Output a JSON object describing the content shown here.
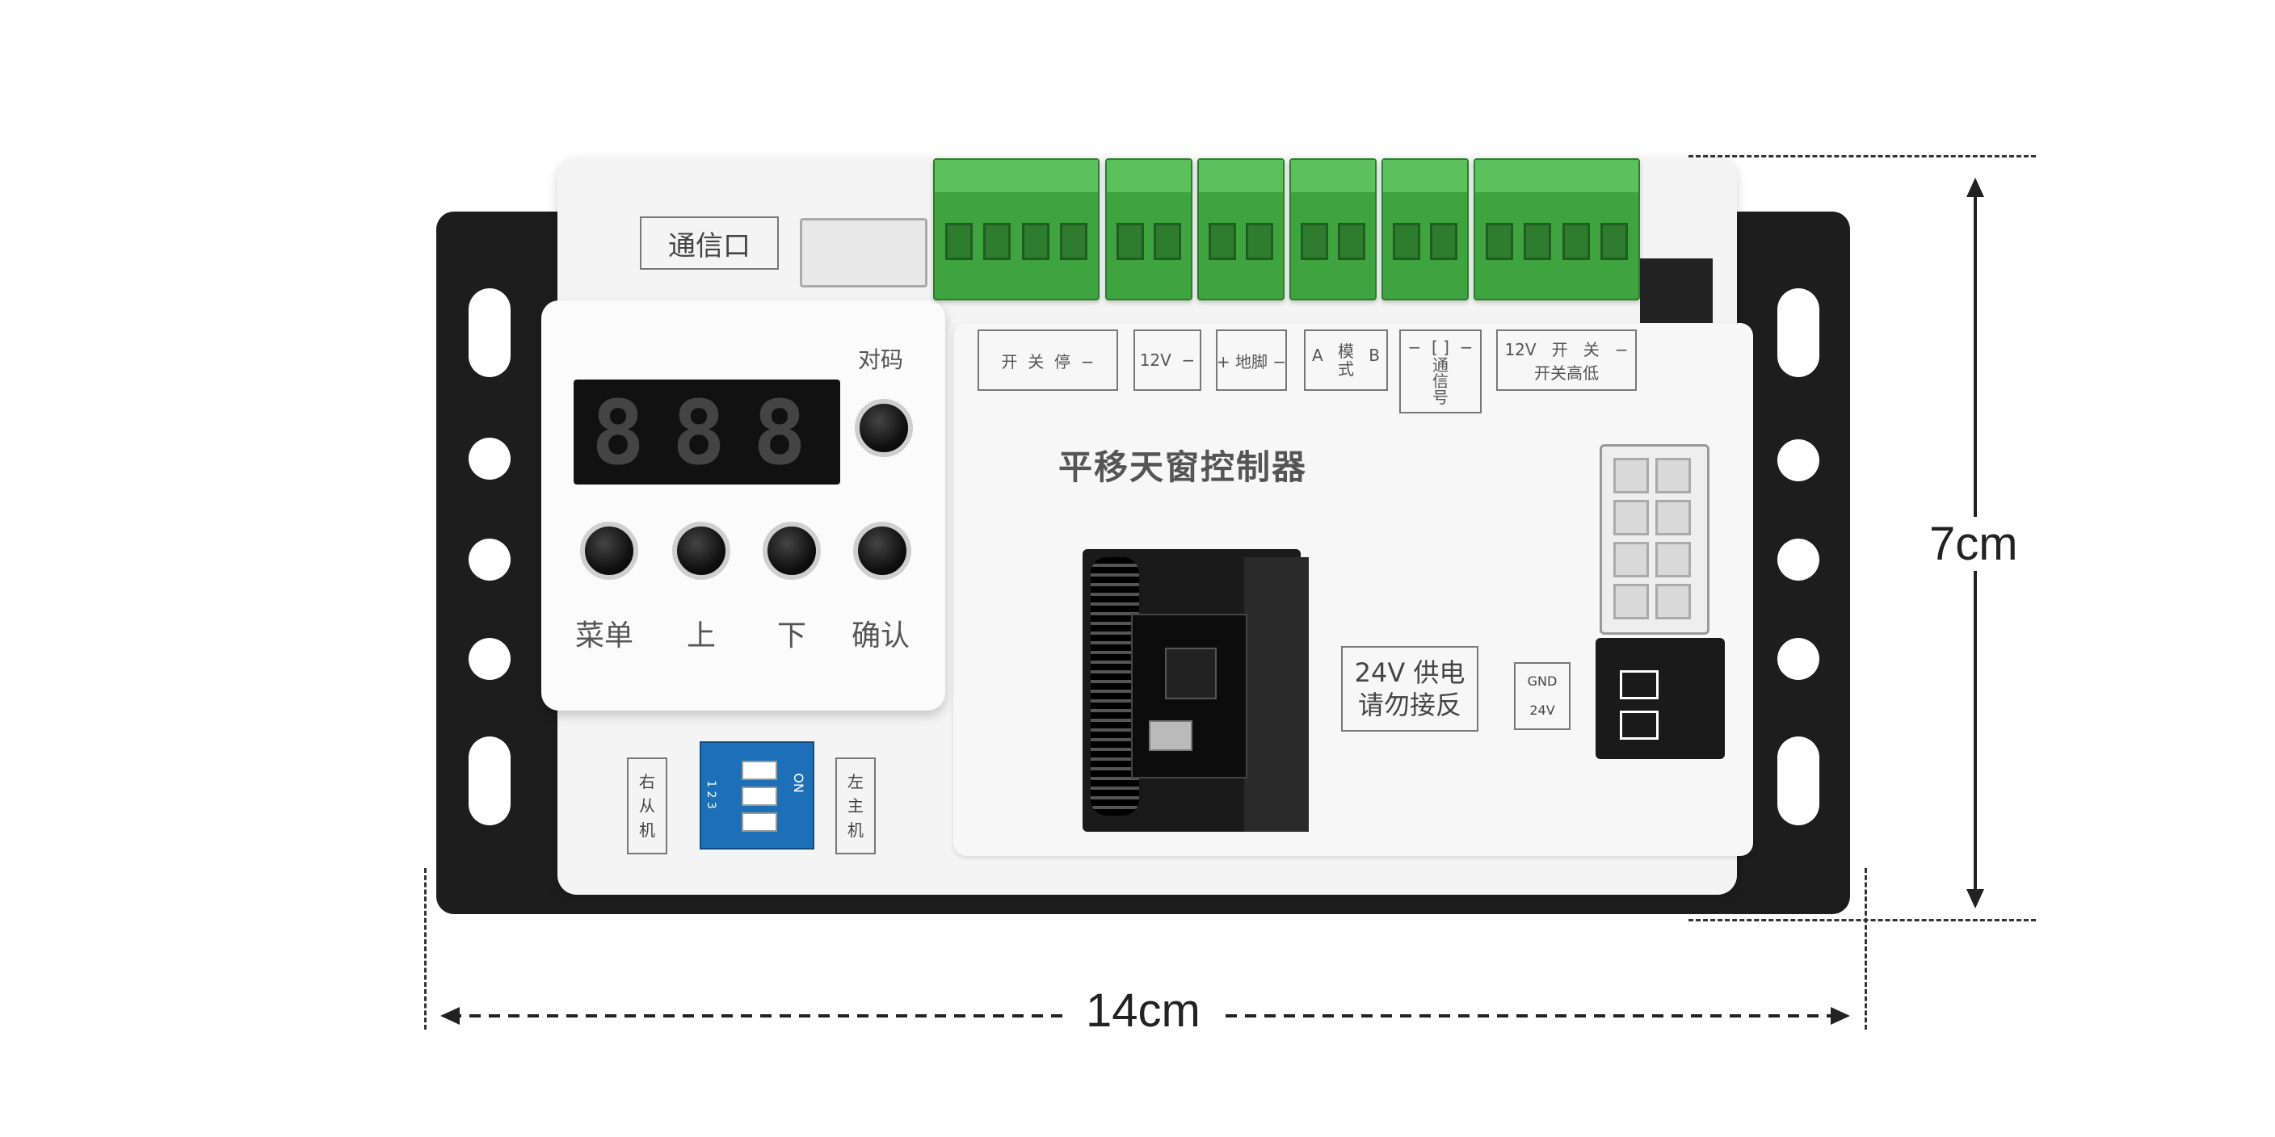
{
  "housing_labels": {
    "comm_port": "通信口",
    "pair_code": "对码",
    "title": "平移天窗控制器",
    "menu": "菜单",
    "up": "上",
    "down": "下",
    "confirm": "确认",
    "power_warning_1": "24V 供电",
    "power_warning_2": "请勿接反",
    "gnd": "GND",
    "v24": "24V",
    "slave_1": "右",
    "slave_2": "从",
    "slave_3": "机",
    "master_1": "左",
    "master_2": "主",
    "master_3": "机",
    "dip_on": "ON",
    "dip_nums": "1 2 3"
  },
  "terminal_labels": {
    "t1": "开  关  停  −",
    "t2": "12V  −",
    "t3": "+ 地脚 −",
    "t4_a": "A",
    "t4_mid": "模\n式",
    "t4_b": "B",
    "t5": "−  [ ]  −",
    "t5_b": "通\n信\n号",
    "t6": "12V   开   关   −",
    "t6_b": "开关高低"
  },
  "display": {
    "digits": [
      "8",
      "8",
      "8"
    ]
  },
  "dimensions": {
    "width": "14cm",
    "height": "7cm"
  }
}
